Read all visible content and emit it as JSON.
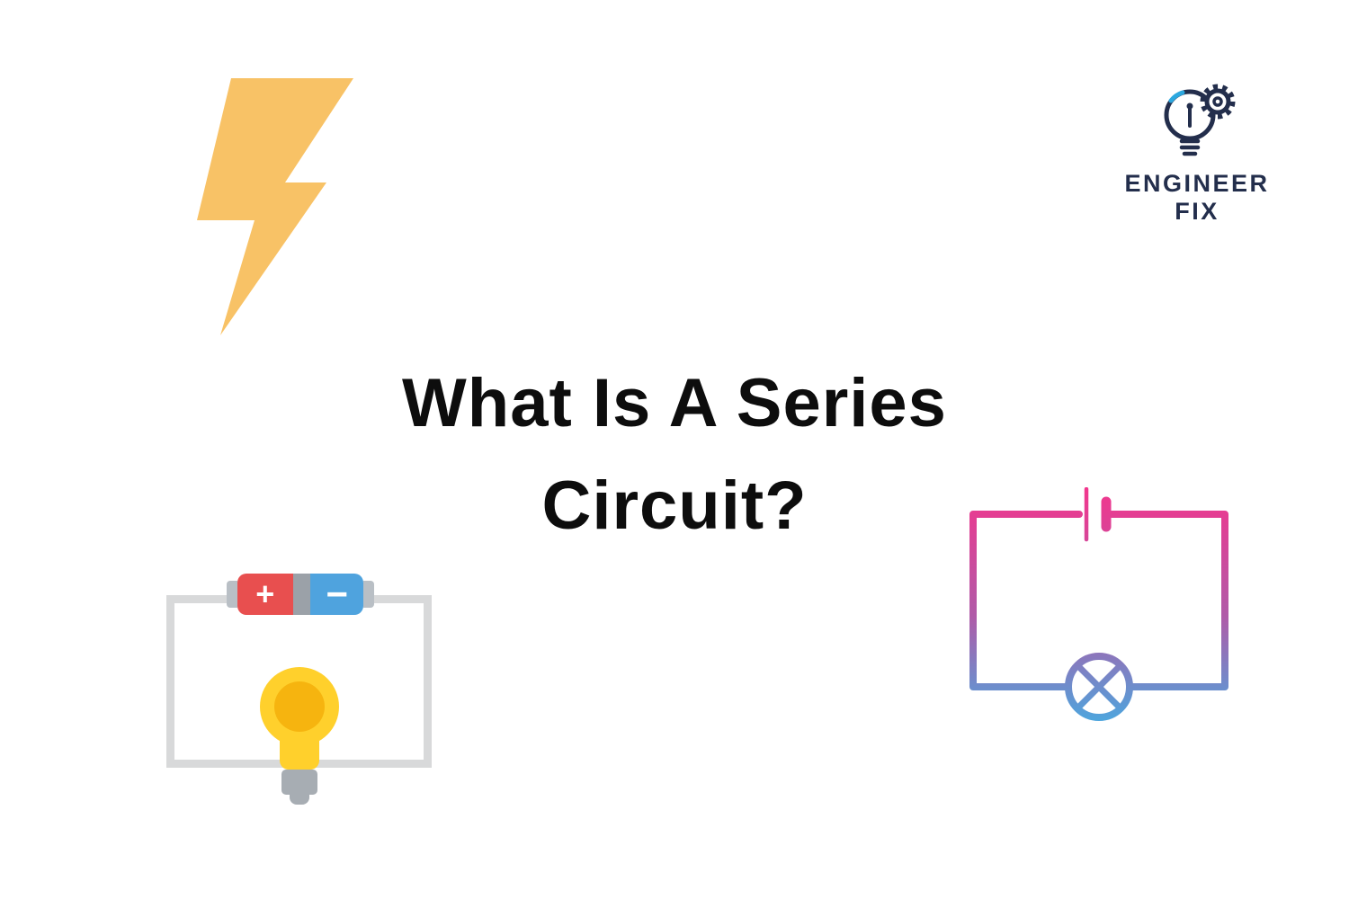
{
  "page": {
    "title": {
      "line1": "What Is A Series",
      "line2": "Circuit?"
    }
  },
  "logo": {
    "line1": "ENGINEER",
    "line2": "FIX"
  },
  "left_circuit": {
    "battery_plus": "+",
    "battery_minus": "−"
  },
  "icons": {
    "top_left": "lightning-bolt",
    "logo_mark": "lightbulb-gear",
    "bottom_left": "battery-and-bulb-circuit",
    "bottom_right": "series-circuit-diagram"
  },
  "colors": {
    "background": "#ffffff",
    "title_text": "#0d0d0d",
    "lightning_yellow": "#f8c266",
    "logo_navy": "#232e4c",
    "logo_teal": "#2ca8df",
    "wire_gray": "#d8d9da",
    "battery_red": "#e84f4f",
    "battery_blue": "#4fa3de",
    "bulb_yellow": "#ffd02c",
    "bulb_inner_yellow": "#f6b40f",
    "socket_gray": "#a7adb3",
    "diagram_pink": "#f2368d",
    "diagram_purple": "#b05ba8",
    "diagram_blue": "#4ea5dd"
  }
}
